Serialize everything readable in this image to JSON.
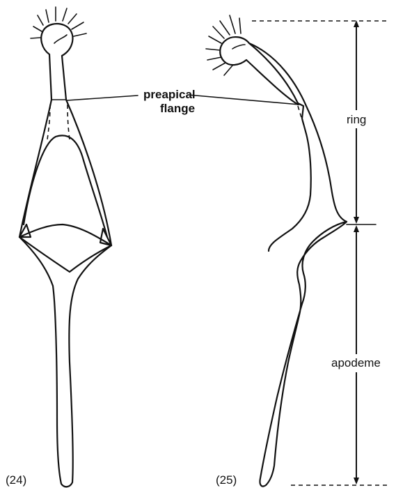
{
  "figures": [
    {
      "id": "24",
      "label": "(24)",
      "view": "ventral"
    },
    {
      "id": "25",
      "label": "(25)",
      "view": "lateral"
    }
  ],
  "annotations": {
    "preapical_line1": "preapical",
    "preapical_line2": "flange",
    "ring": "ring",
    "apodeme": "apodeme"
  },
  "colors": {
    "ink": "#111111",
    "background": "#ffffff"
  }
}
